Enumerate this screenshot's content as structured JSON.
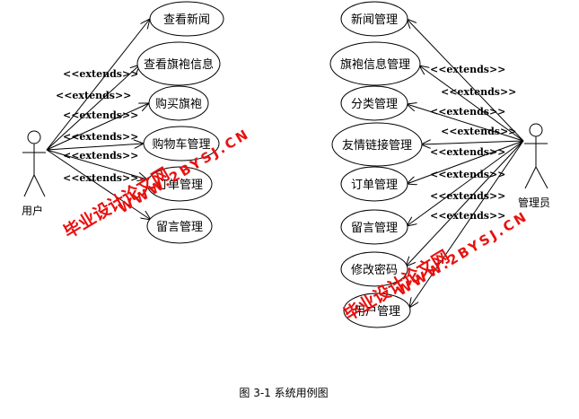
{
  "diagram": {
    "user_actor": {
      "label": "用户"
    },
    "admin_actor": {
      "label": "管理员"
    },
    "user_use_cases": [
      "查看新闻",
      "查看旗袍信息",
      "购买旗袍",
      "购物车管理",
      "订单管理",
      "留言管理"
    ],
    "admin_use_cases": [
      "新闻管理",
      "旗袍信息管理",
      "分类管理",
      "友情链接管理",
      "订单管理",
      "留言管理",
      "修改密码",
      "用户管理"
    ],
    "relation_label": "<<extends>>",
    "caption": "图 3-1 系统用例图"
  },
  "watermark": {
    "line1": "毕业设计论文网",
    "line2": "WWW.2BYSJ.CN"
  },
  "colors": {
    "line": "#000000",
    "watermark": "#e8110f"
  }
}
